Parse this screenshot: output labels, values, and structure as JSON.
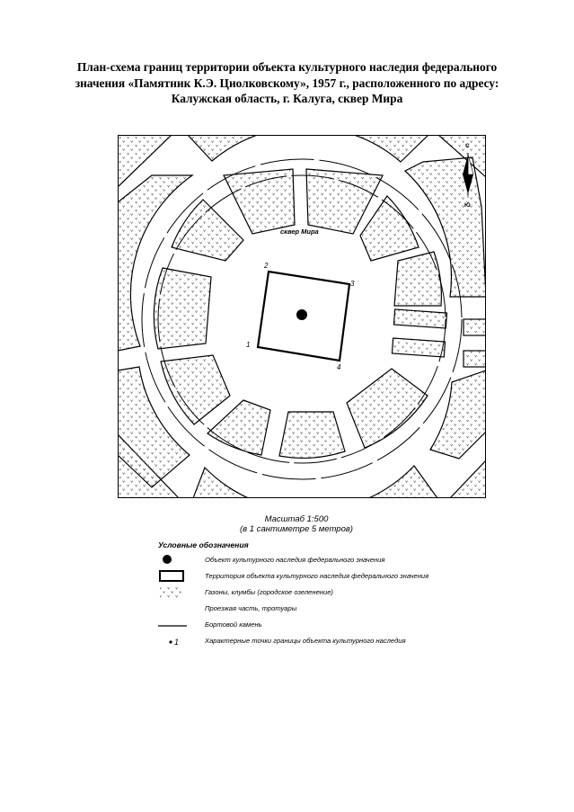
{
  "title": {
    "line1": "План-схема границ территории объекта культурного наследия  федерального",
    "line2": "значения «Памятник К.Э. Циолковскому», 1957 г., расположенного по адресу:",
    "line3": "Калужская область, г. Калуга, сквер Мира"
  },
  "map": {
    "place_label": "сквер Мира",
    "compass": {
      "north": "С",
      "south": "Ю"
    },
    "boundary_points": [
      {
        "label": "1"
      },
      {
        "label": "2"
      },
      {
        "label": "3"
      },
      {
        "label": "4"
      }
    ]
  },
  "scale": {
    "line1": "Масштаб 1:500",
    "line2": "(в 1 сантиметре 5 метров)"
  },
  "legend": {
    "title": "Условные обозначения",
    "items": [
      {
        "symbol": "dot-icon",
        "text": "Объект культурного наследия федерального значения"
      },
      {
        "symbol": "rectangle-icon",
        "text": "Территория объекта культурного наследия федерального значения"
      },
      {
        "symbol": "lawn-icon",
        "text": "Газоны, клумбы (городское озеленение)"
      },
      {
        "symbol": "blank-icon",
        "text": "Проезжая часть, тротуары"
      },
      {
        "symbol": "curb-line-icon",
        "text": "Бортовой камень"
      },
      {
        "symbol": "point-icon",
        "text": "Характерные точки границы объекта культурного наследия",
        "symbol_label": "1"
      }
    ]
  }
}
